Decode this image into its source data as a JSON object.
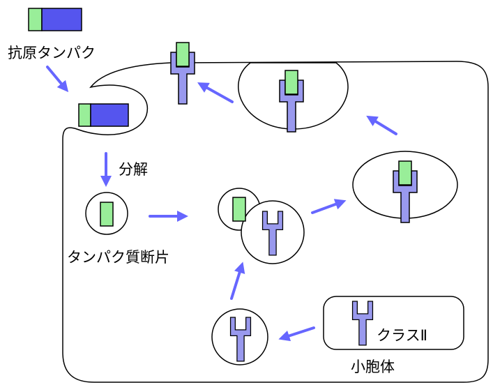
{
  "labels": {
    "antigen_protein": "抗原タンパク",
    "degradation": "分解",
    "protein_fragment": "タンパク質断片",
    "class_ii": "クラスⅡ",
    "vesicle": "小胞体"
  },
  "colors": {
    "antigen_green": "#99ee99",
    "antigen_blue": "#5555ee",
    "class_ii_receptor": "#9999ee",
    "arrow": "#6666ff",
    "outline": "#000000",
    "background": "#ffffff"
  },
  "icons": {
    "antigen_block": "green-blue-rectangle",
    "peptide": "green-rectangle",
    "mhc_class_ii": "y-shaped-receptor"
  }
}
